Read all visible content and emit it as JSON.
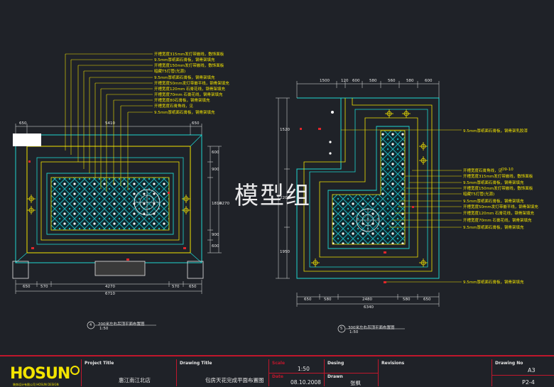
{
  "watermark": "模型组",
  "plans": {
    "left_caption": "200米左右吊顶平面布置图",
    "left_scale": "1:50",
    "left_number": "4",
    "right_caption": "300米左右吊顶平面布置图",
    "right_scale": "1:50",
    "right_number": "5"
  },
  "left_dims": {
    "top": [
      "650",
      "5410",
      "650"
    ],
    "bottom": [
      "650",
      "570",
      "4270",
      "570",
      "650"
    ],
    "overall": "6710",
    "right": [
      "600",
      "900",
      "1810",
      "900",
      "600"
    ],
    "right_total": "4270"
  },
  "right_dims": {
    "top": [
      "1500",
      "120",
      "600",
      "580",
      "560",
      "580",
      "600"
    ],
    "bottom": [
      "650",
      "580",
      "2480",
      "580",
      "650"
    ],
    "overall": "6340",
    "left": [
      "1520",
      "2200",
      "1950"
    ]
  },
  "left_notes": [
    "开槽宽度315mm发灯带嵌线，敷饰面板",
    "9.5mm厚纸面石膏板，钢骨架填充",
    "开槽宽度150mm发灯带嵌线，敷饰面板",
    "暗藏T5灯管(光源)",
    "9.5mm厚纸面石膏板，钢骨架填充",
    "开槽宽度50mm发灯带嵌平线，钢骨架填充",
    "开槽宽度120mm 石膏花线，钢骨架填充",
    "开槽宽度70mm 石膏花线，钢骨架填充",
    "开槽宽度80石膏板，钢骨架填充",
    "开槽宽度石膏角线，见",
    "9.5mm厚纸面石膏板，钢骨架填充"
  ],
  "right_notes": [
    "9.5mm厚纸面石膏板，钢骨架乳胶漆",
    "开槽宽度石膏角线，见",
    "开槽宽度315mm发灯带嵌线，敷饰面板",
    "9.5mm厚纸面石膏板，钢骨架填充",
    "开槽宽度150mm发灯带嵌线，敷饰面板",
    "暗藏T5灯管(光源)",
    "9.5mm厚纸面石膏板，钢骨架填充",
    "开槽宽度50mm发灯带嵌平线，钢骨架填充",
    "开槽宽度120mm 石膏花线，钢骨架填充",
    "开槽宽度70mm 石膏花线，钢骨架填充",
    "9.5mm厚纸面石膏板，钢骨架填充",
    "9.5mm厚纸面石膏板，钢骨架填充"
  ],
  "section_ref": "D9-10",
  "title_block": {
    "logo": "HOSUN",
    "logo_sub": "装饰设计有限公司 HOSUN DESIGN",
    "project_title_label": "Project Title",
    "project_title": "惠江南江北店",
    "drawing_title_label": "Drawing Title",
    "drawing_title": "包房天花完成平面布置图",
    "scale_label": "Scale",
    "scale": "1:50",
    "date_label": "Date",
    "date": "08.10.2008",
    "desing_label": "Desing",
    "drawn_label": "Drawn",
    "drawn": "张枫",
    "revisions_label": "Revisions",
    "drawing_no_label": "Drawing No",
    "paper_size": "A3",
    "drawing_no": "P2-4"
  },
  "colors": {
    "background": "#1f2228",
    "primary_line": "#f3e400",
    "secondary_line": "#1fd6d0",
    "dimension": "#e8e8e8",
    "title_block": "#c0172c",
    "marker": "#e0262b",
    "pattern": "#20b7c0"
  }
}
